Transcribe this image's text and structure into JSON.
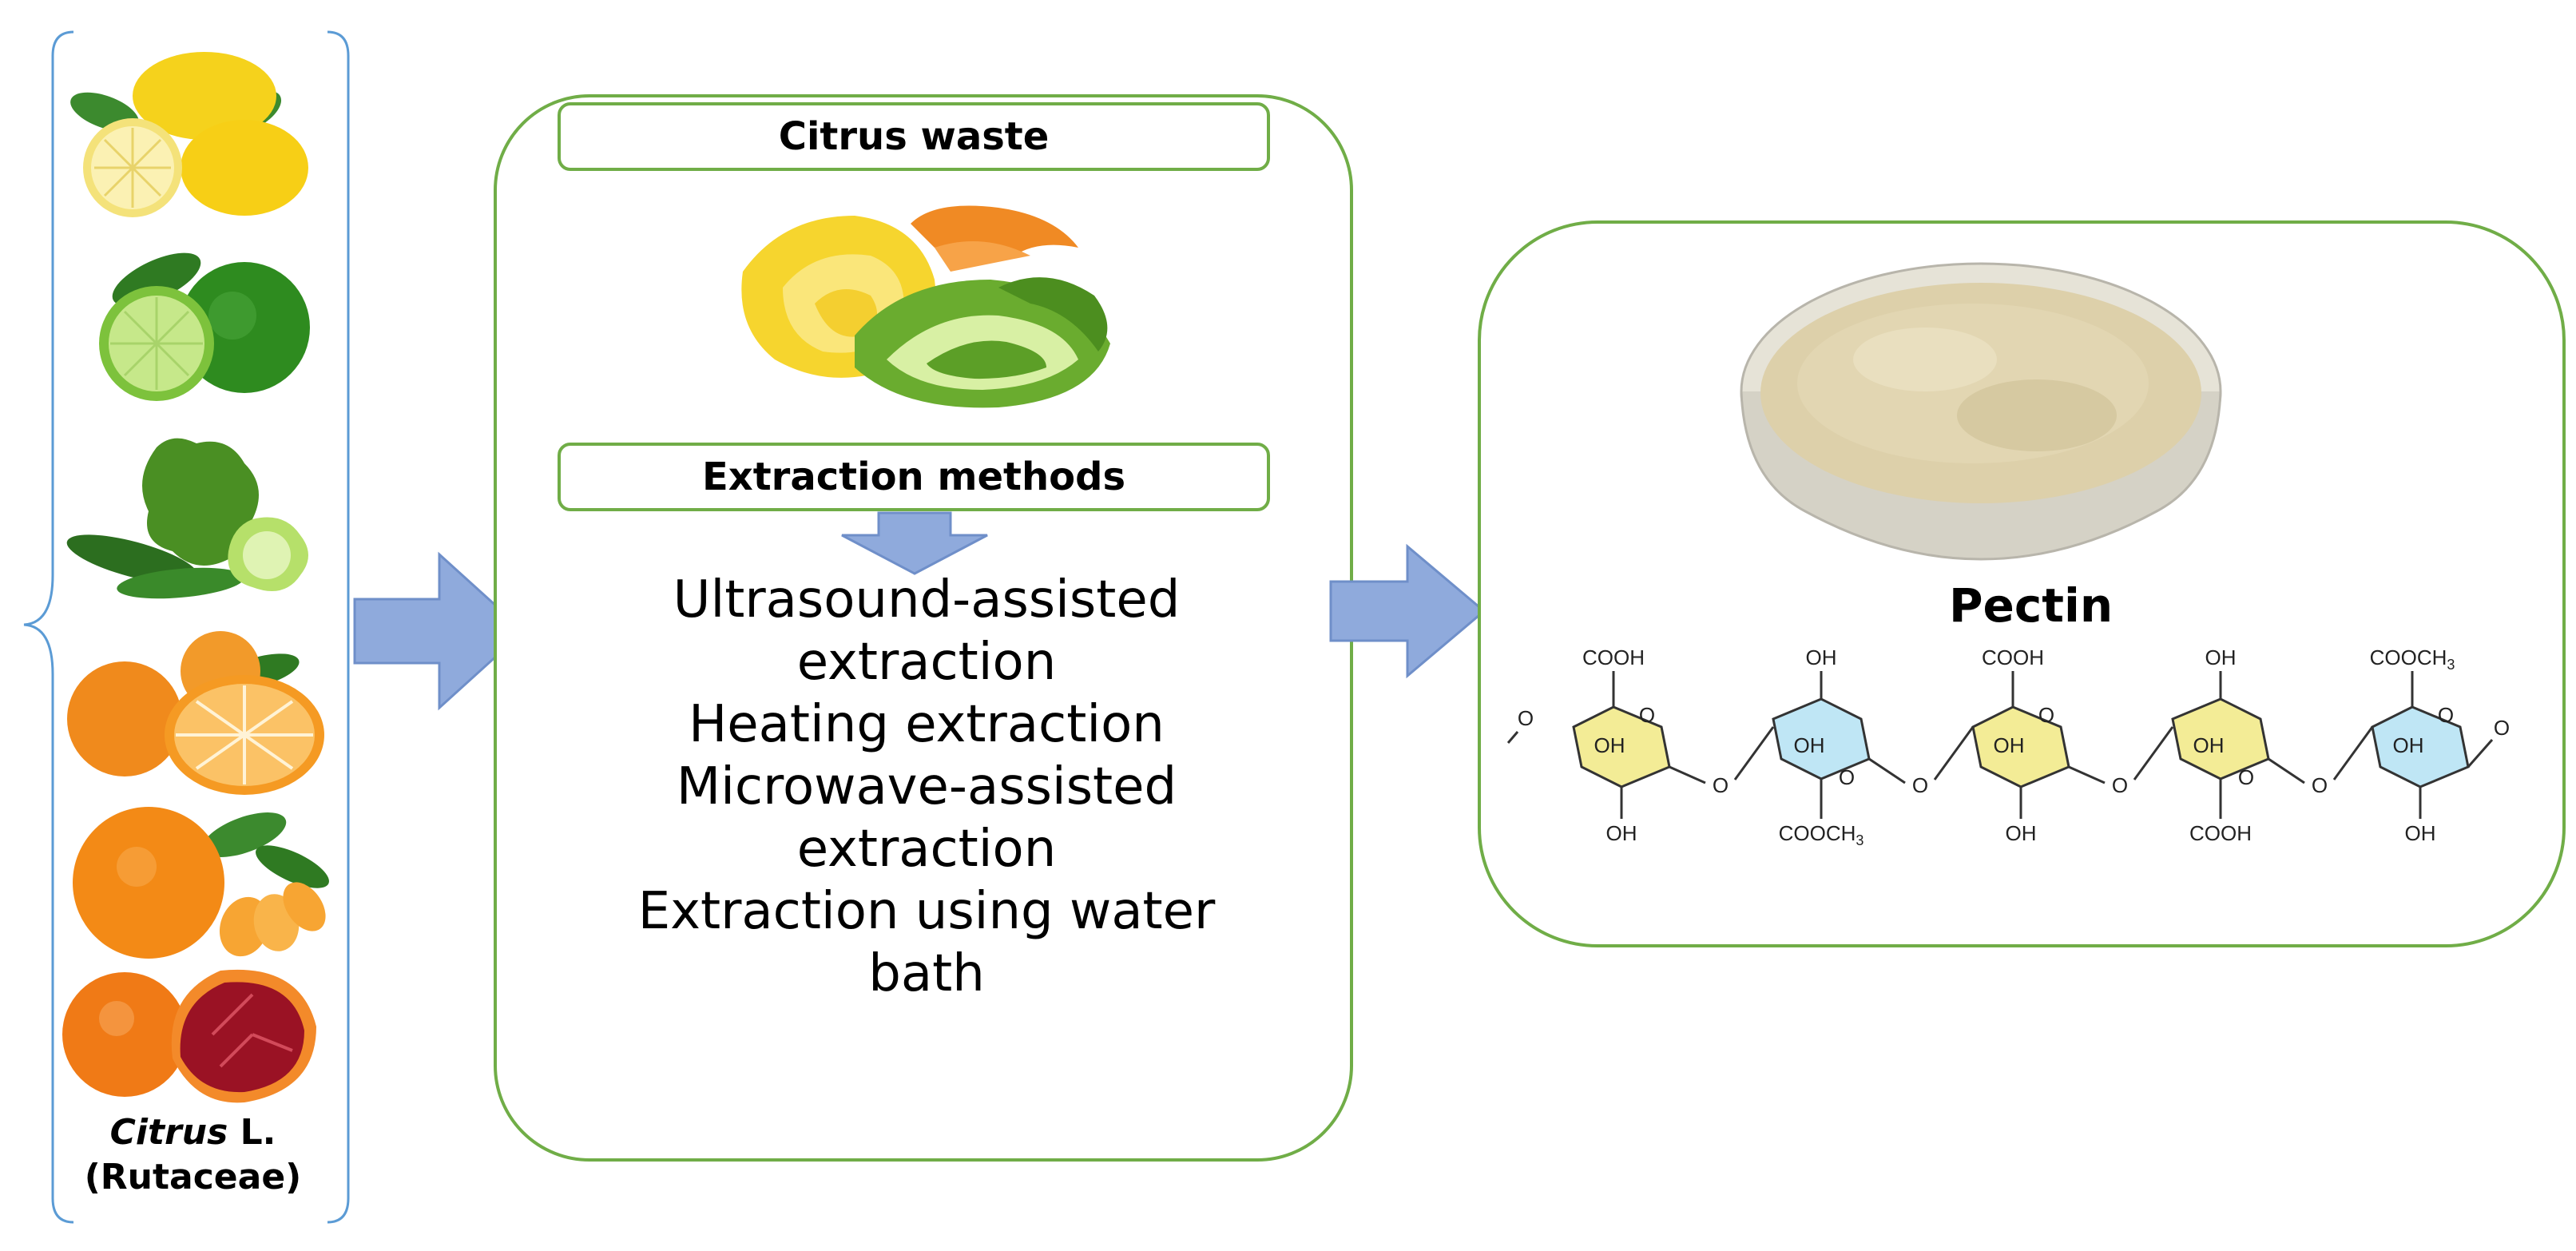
{
  "source": {
    "genus": "Citrus",
    "authority": " L.",
    "family": "(Rutaceae)",
    "fruits": [
      "lemon-icon",
      "lime-icon",
      "kaffir-lime-icon",
      "orange-icon",
      "tangerine-icon",
      "blood-orange-icon"
    ]
  },
  "process": {
    "waste_label": "Citrus waste",
    "extraction_label": "Extraction methods",
    "methods": [
      "Ultrasound-assisted",
      "extraction",
      "Heating extraction",
      "Microwave-assisted",
      "extraction",
      "Extraction using water",
      "bath"
    ]
  },
  "product": {
    "name": "Pectin",
    "structure": {
      "unit_top_labels": [
        "COOH",
        "OH",
        "COOH",
        "OH",
        "COOCH3"
      ],
      "unit_bottom_labels": [
        "OH",
        "COOCH3",
        "OH",
        "COOH",
        "OH"
      ],
      "ring_oxygen": "O",
      "ring_oh": "OH",
      "ring_colors": [
        "#f3ec96",
        "#bfe6f5",
        "#f3ec96",
        "#f3ec96",
        "#bfe6f5"
      ]
    }
  },
  "colors": {
    "box_border": "#70ad47",
    "arrow_fill": "#8faadc",
    "arrow_stroke": "#6f8fc9",
    "bracket": "#5b9bd5"
  }
}
